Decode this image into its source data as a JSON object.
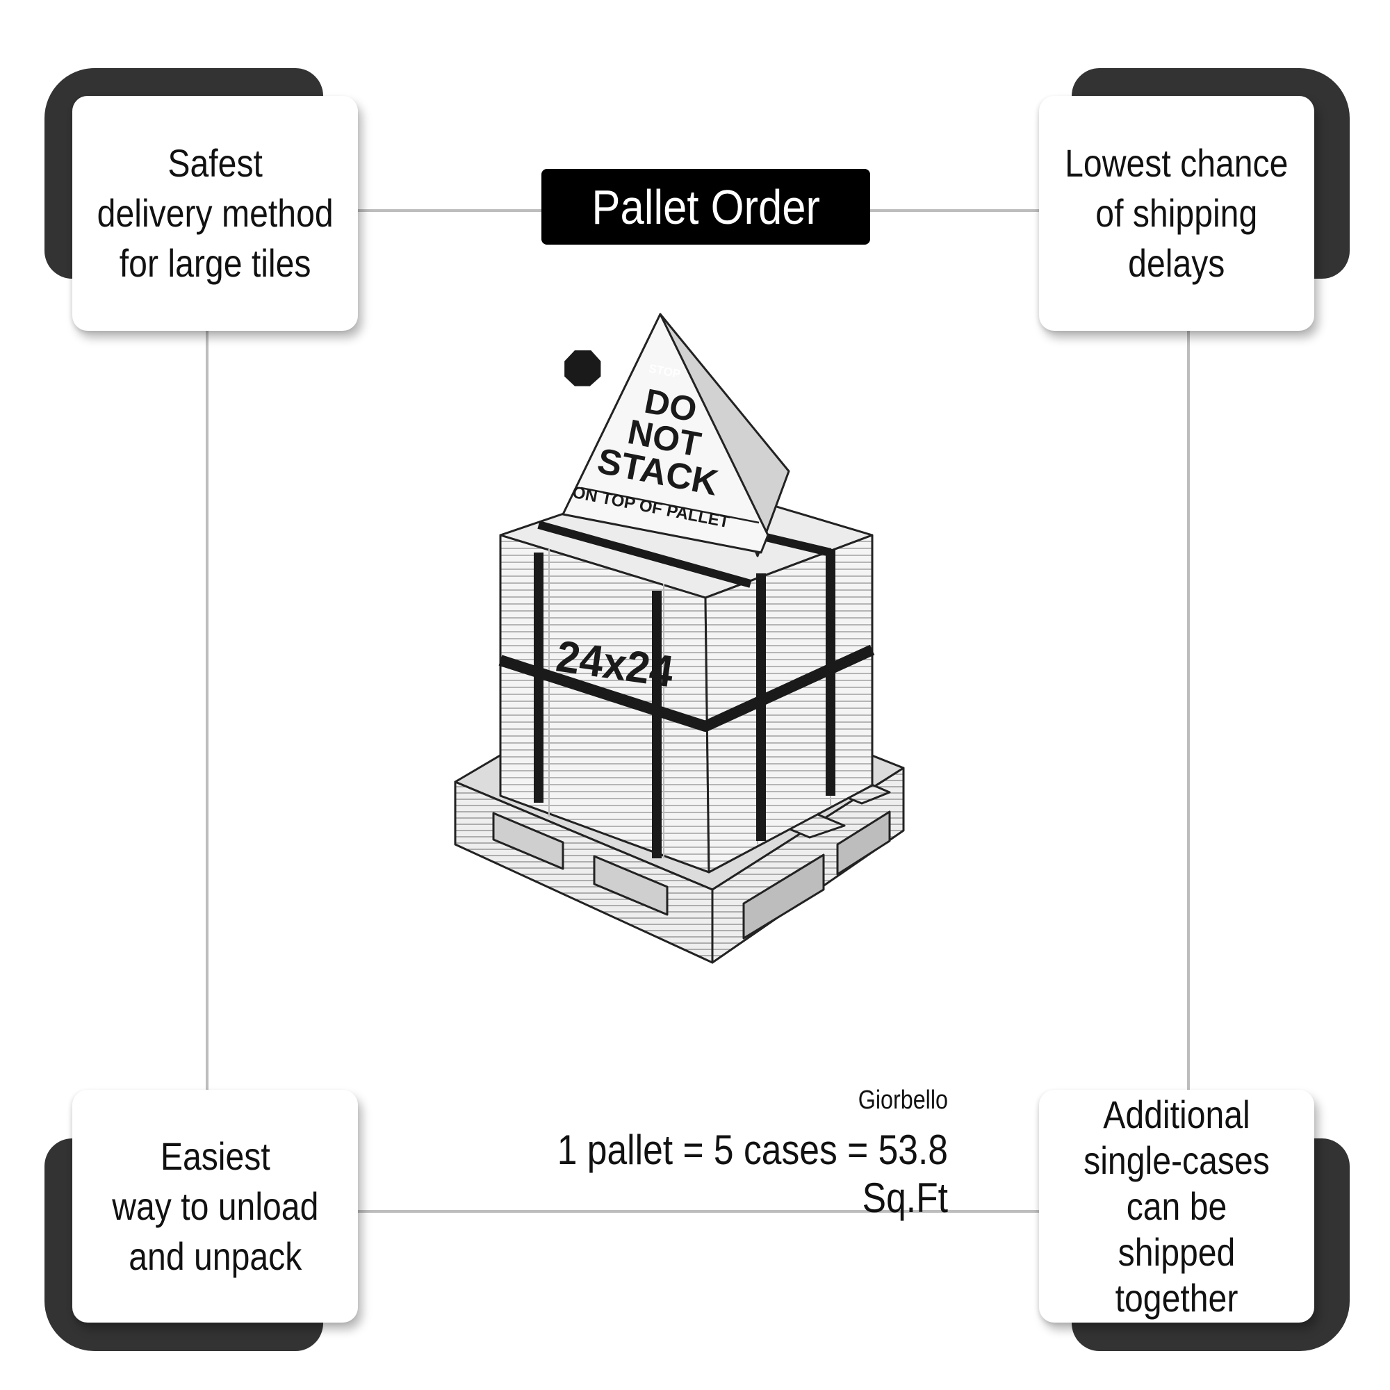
{
  "title": "Pallet Order",
  "benefits": {
    "top_left": "Safest\ndelivery method\nfor large tiles",
    "top_right": "Lowest chance\nof shipping\ndelays",
    "bottom_left": "Easiest\nway to unload\nand unpack",
    "bottom_right": "Additional\nsingle-cases\ncan be\nshipped together"
  },
  "illustration": {
    "sign_stop": "STOP",
    "sign_line1": "DO",
    "sign_line2": "NOT",
    "sign_line3": "STACK",
    "sign_sub": "ON TOP OF PALLET",
    "box_label": "24x24"
  },
  "brand": "Giorbello",
  "formula": "1 pallet = 5 cases = 53.8 Sq.Ft",
  "colors": {
    "title_bg": "#000000",
    "bracket": "#333333",
    "connector": "#bdbdbd"
  }
}
